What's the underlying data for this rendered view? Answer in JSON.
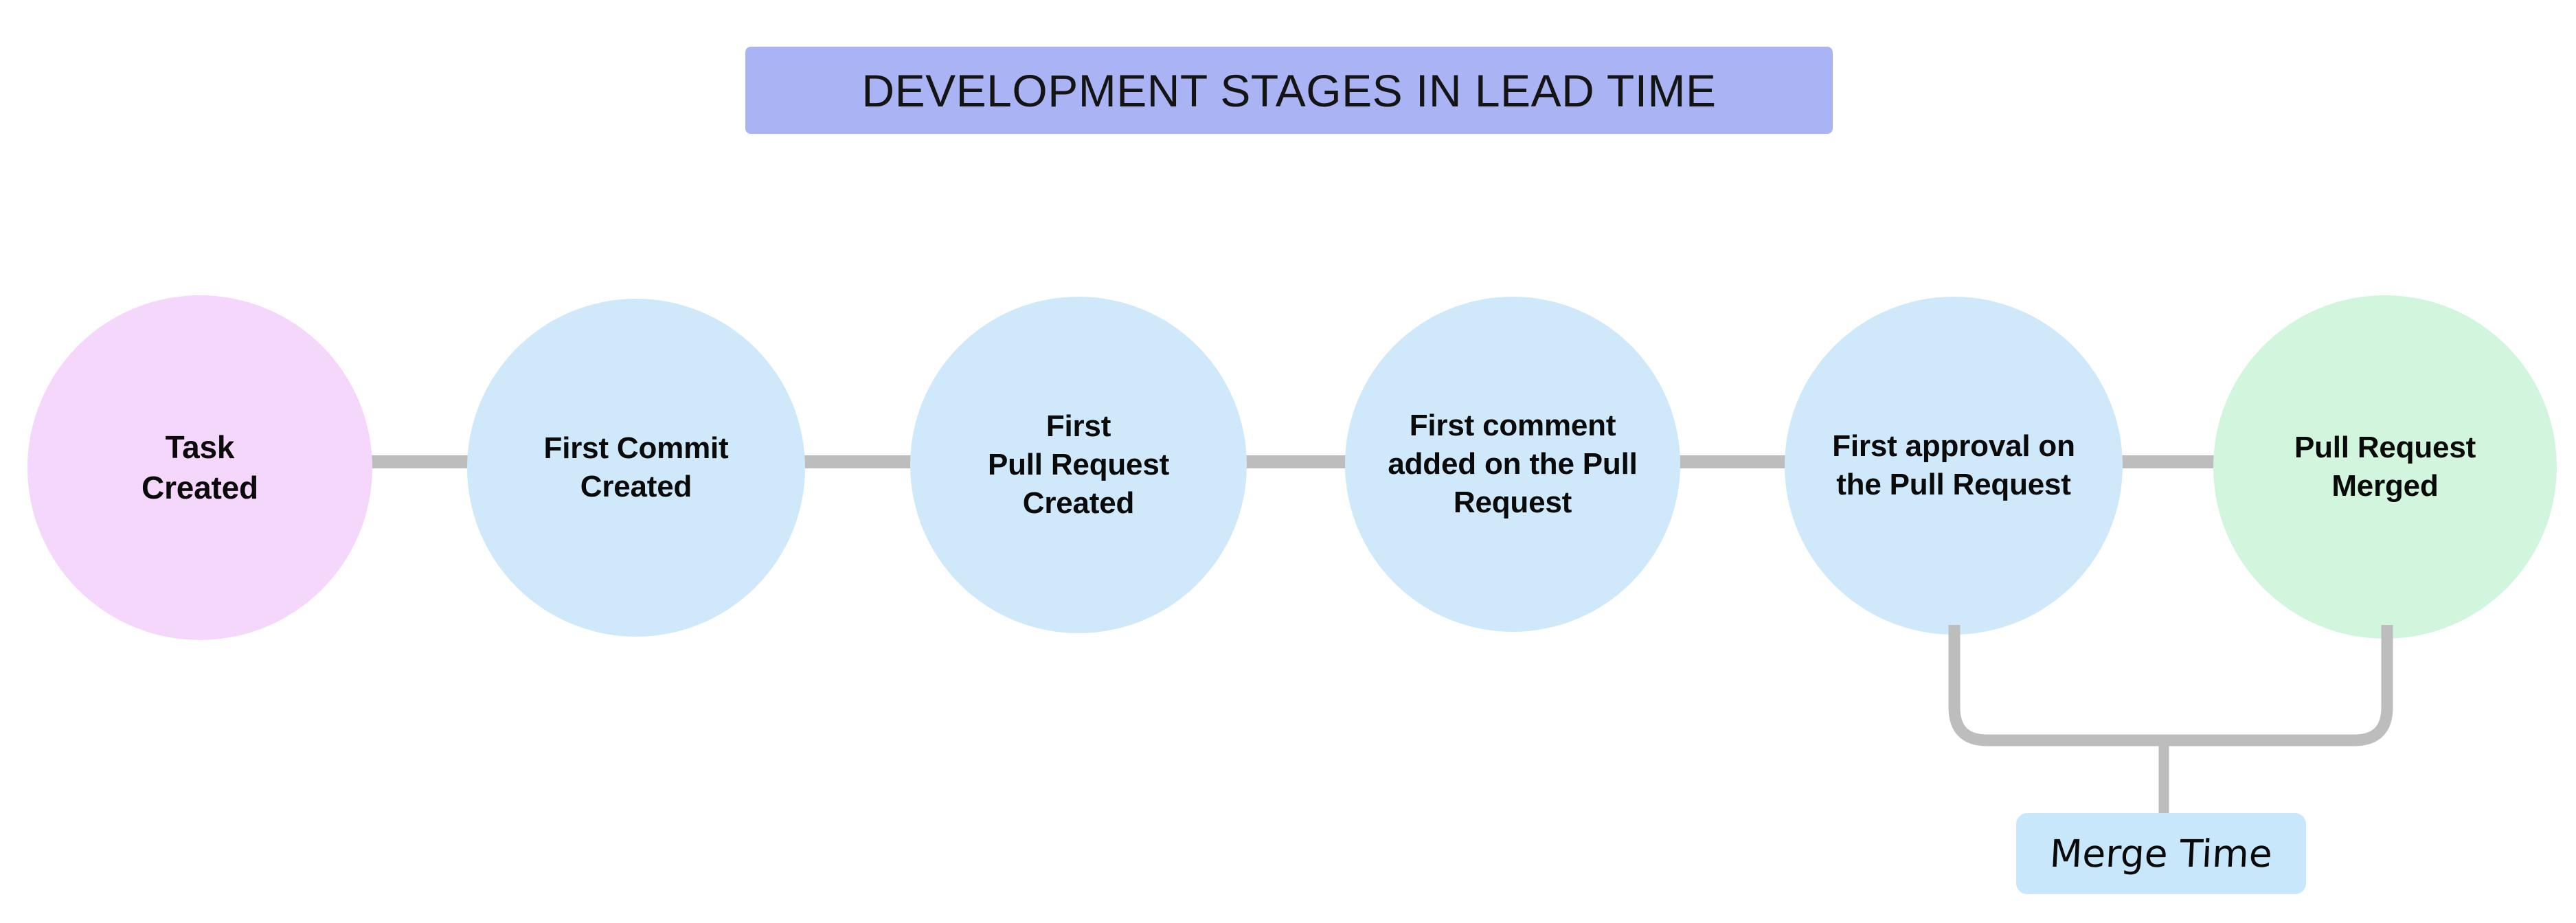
{
  "title": {
    "text": "DEVELOPMENT STAGES IN LEAD TIME",
    "background_color": "#aab4f4",
    "text_color": "#141414"
  },
  "colors": {
    "start_node": "#f6d7fc",
    "middle_node": "#cfe9fb",
    "end_node": "#d2f5de",
    "connector": "#bdbdbd",
    "chip": "#c8e7fb",
    "background": "#ffffff"
  },
  "stages": [
    {
      "id": "task-created",
      "label": "Task\nCreated",
      "color": "#f6d7fc"
    },
    {
      "id": "first-commit-created",
      "label": "First Commit\nCreated",
      "color": "#cfe9fb"
    },
    {
      "id": "first-pull-request",
      "label": "First\nPull Request\nCreated",
      "color": "#cfe9fb"
    },
    {
      "id": "first-comment",
      "label": "First comment\nadded on the Pull\nRequest",
      "color": "#cfe9fb"
    },
    {
      "id": "first-approval",
      "label": "First approval on\nthe Pull Request",
      "color": "#cfe9fb"
    },
    {
      "id": "pull-request-merged",
      "label": "Pull Request\nMerged",
      "color": "#d2f5de"
    }
  ],
  "annotation": {
    "label": "Merge Time",
    "spans_from": "First approval on the Pull Request",
    "spans_to": "Pull Request Merged",
    "background_color": "#c8e7fb"
  }
}
